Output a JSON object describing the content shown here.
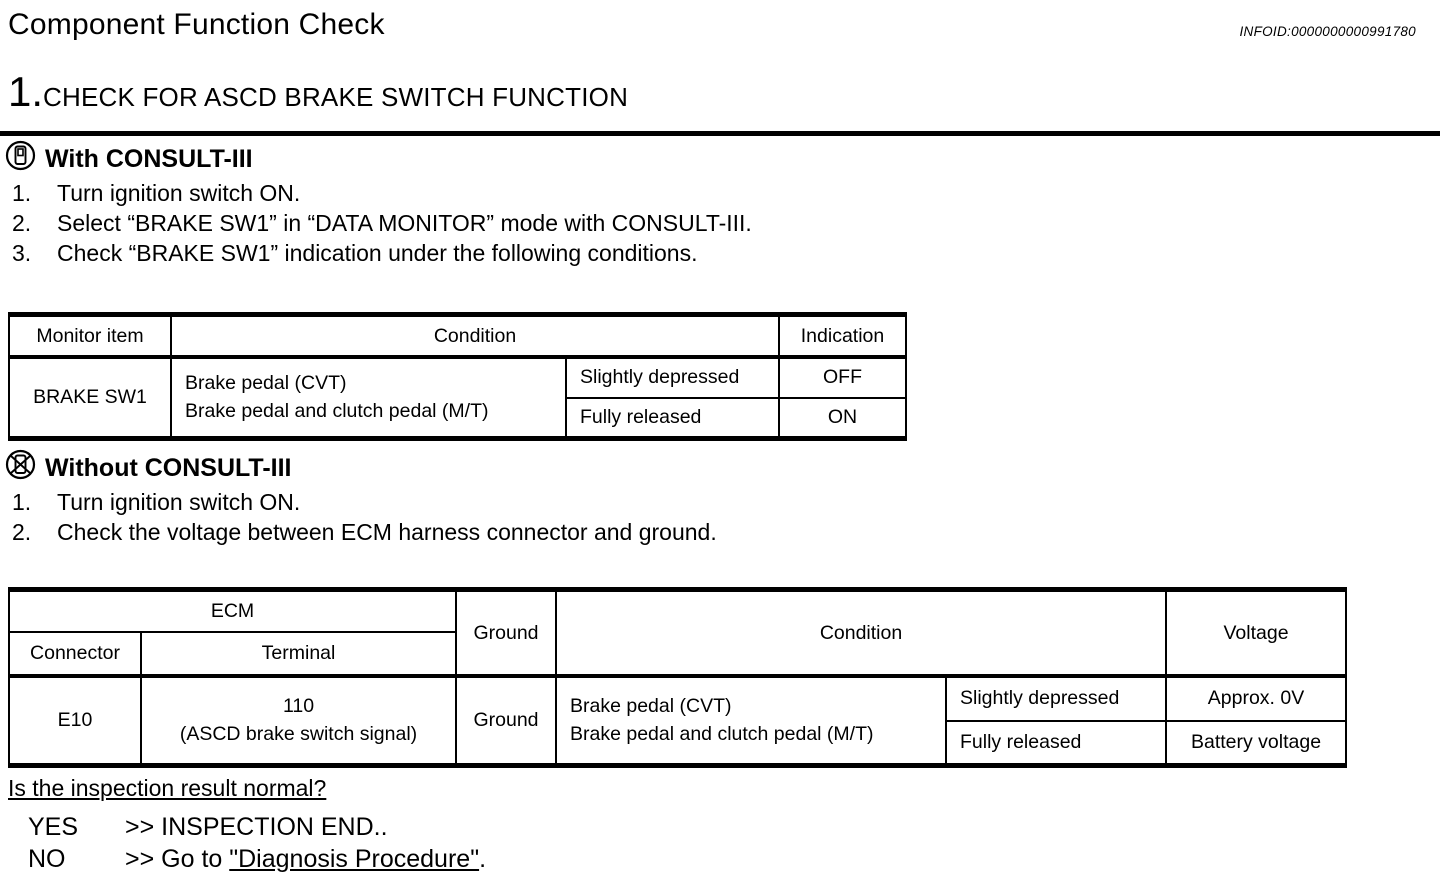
{
  "page": {
    "title": "Component Function Check",
    "infoid": "INFOID:0000000000991780",
    "step_number": "1.",
    "step_title": "CHECK FOR ASCD BRAKE SWITCH FUNCTION"
  },
  "icons": {
    "with_icon": "consult-tool-icon",
    "without_icon": "no-consult-tool-icon"
  },
  "with_consult": {
    "heading": "With CONSULT-III",
    "steps": [
      {
        "num": "1.",
        "text": "Turn ignition switch ON."
      },
      {
        "num": "2.",
        "text": "Select “BRAKE SW1” in “DATA MONITOR” mode with CONSULT-III."
      },
      {
        "num": "3.",
        "text": "Check “BRAKE SW1” indication under the following conditions."
      }
    ]
  },
  "monitor_table": {
    "col_monitor_item": "Monitor item",
    "col_condition": "Condition",
    "col_indication": "Indication",
    "monitor_item": "BRAKE SW1",
    "condition_line1": "Brake pedal (CVT)",
    "condition_line2": "Brake pedal and clutch pedal (M/T)",
    "rows": [
      {
        "sub_condition": "Slightly depressed",
        "indication": "OFF"
      },
      {
        "sub_condition": "Fully released",
        "indication": "ON"
      }
    ]
  },
  "without_consult": {
    "heading": "Without CONSULT-III",
    "steps": [
      {
        "num": "1.",
        "text": "Turn ignition switch ON."
      },
      {
        "num": "2.",
        "text": "Check the voltage between ECM harness connector and ground."
      }
    ]
  },
  "voltage_table": {
    "col_ecm": "ECM",
    "col_connector": "Connector",
    "col_terminal": "Terminal",
    "col_ground": "Ground",
    "col_condition": "Condition",
    "col_voltage": "Voltage",
    "connector": "E10",
    "terminal_line1": "110",
    "terminal_line2": "(ASCD brake switch signal)",
    "ground": "Ground",
    "condition_line1": "Brake pedal (CVT)",
    "condition_line2": "Brake pedal and clutch pedal (M/T)",
    "rows": [
      {
        "sub_condition": "Slightly depressed",
        "voltage": "Approx. 0V"
      },
      {
        "sub_condition": "Fully released",
        "voltage": "Battery voltage"
      }
    ]
  },
  "result": {
    "question": "Is the inspection result normal?",
    "yes_label": "YES",
    "yes_text": ">> INSPECTION END..",
    "no_label": "NO",
    "no_prefix": ">> Go to ",
    "no_link": "\"Diagnosis Procedure\"",
    "no_suffix": "."
  }
}
